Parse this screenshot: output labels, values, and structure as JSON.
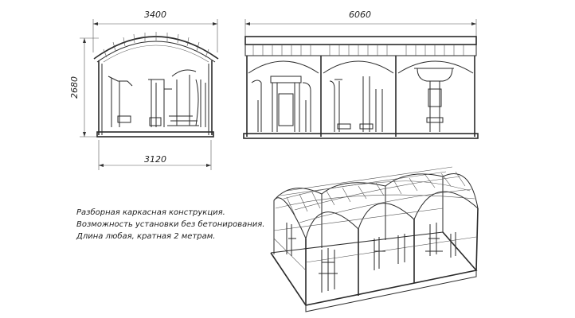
{
  "dimensions": {
    "side_width": "3400",
    "side_height": "2680",
    "side_base": "3120",
    "front_length": "6060"
  },
  "notes": [
    "Разборная каркасная конструкция.",
    "Возможность установки без бетонирования.",
    "Длина любая, кратная 2 метрам."
  ]
}
